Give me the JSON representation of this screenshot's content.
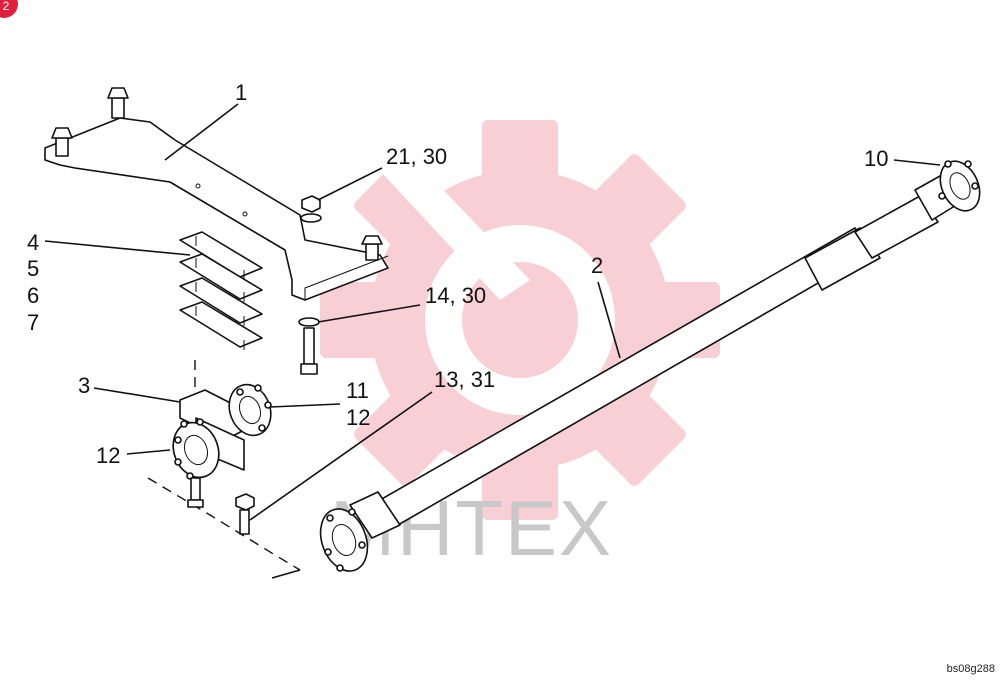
{
  "corner_badge": {
    "text": "2",
    "color": "#e0203a"
  },
  "watermark": {
    "text": "MHTEX",
    "gear_color": "#f4b8bf",
    "text_color": "#c8c8c8"
  },
  "diagram_ref": "bs08g288",
  "callouts": {
    "c1": "1",
    "c21_30": "21, 30",
    "c4": "4",
    "c5": "5",
    "c6": "6",
    "c7": "7",
    "c14_30": "14, 30",
    "c2": "2",
    "c10": "10",
    "c3": "3",
    "c11": "11",
    "c12a": "12",
    "c13_31": "13, 31",
    "c12b": "12"
  }
}
